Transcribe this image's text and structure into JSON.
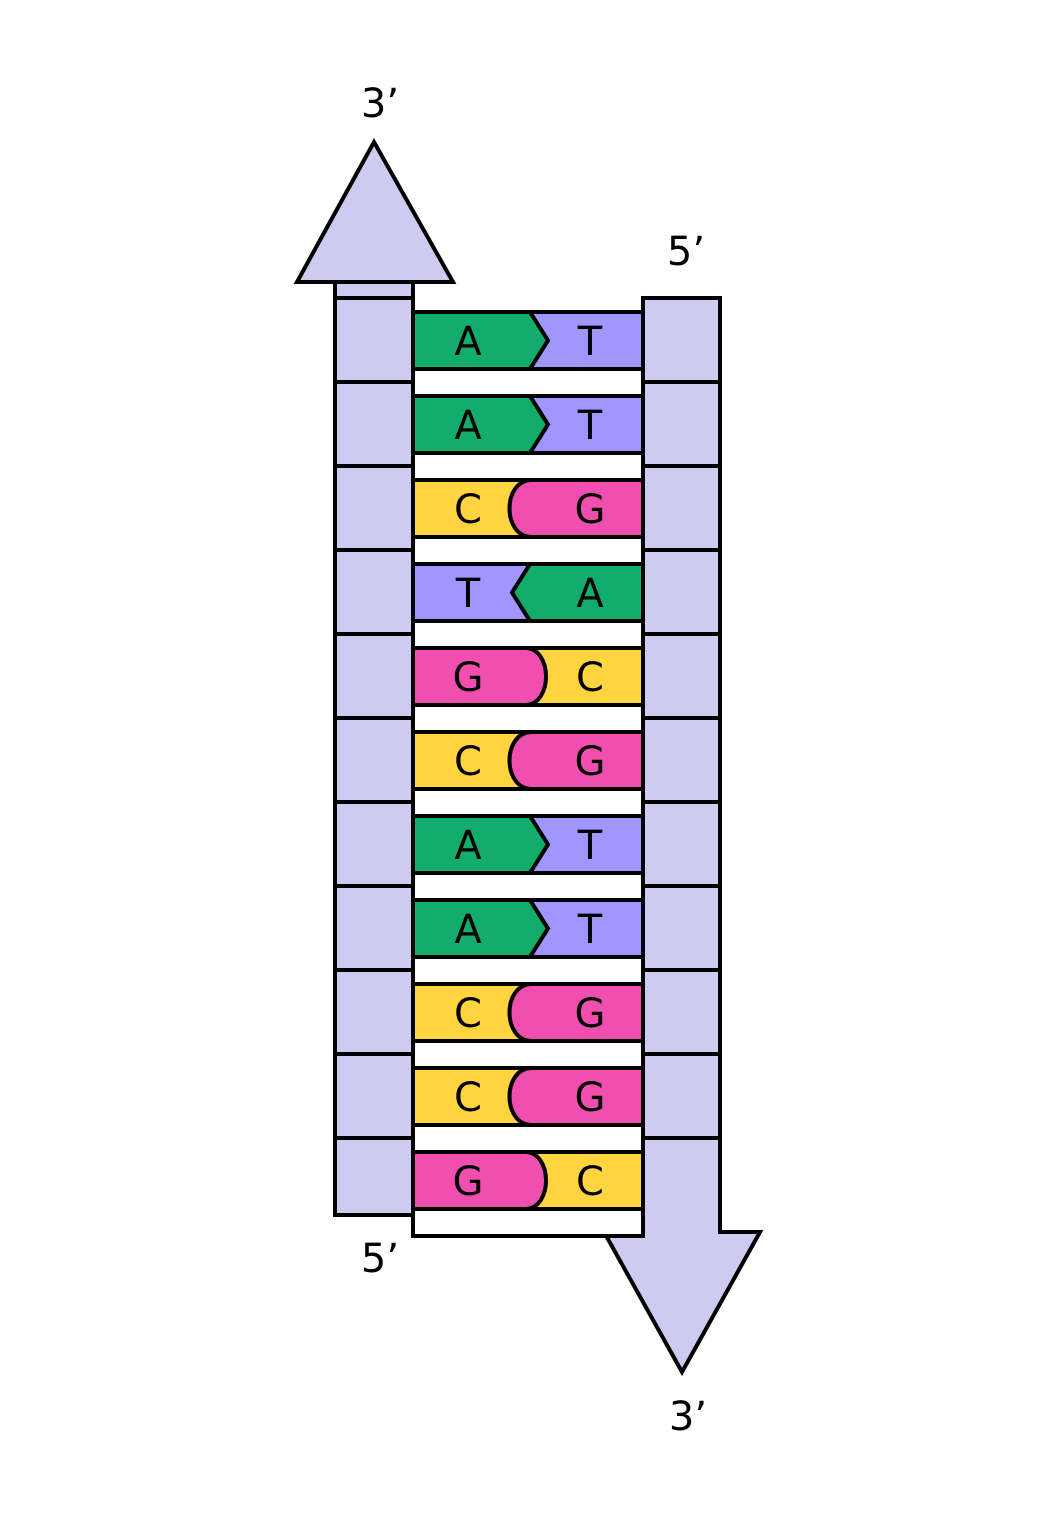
{
  "labels": {
    "left_top": "3’",
    "left_bottom": "5’",
    "right_top": "5’",
    "right_bottom": "3’"
  },
  "colors": {
    "A": "#12AD6A",
    "T": "#9F97FF",
    "C": "#FFD43F",
    "G": "#F04FB0",
    "backbone": "#CDCBF0",
    "outline": "#000000"
  },
  "base_pairs": [
    {
      "left": "A",
      "right": "T"
    },
    {
      "left": "A",
      "right": "T"
    },
    {
      "left": "C",
      "right": "G"
    },
    {
      "left": "T",
      "right": "A"
    },
    {
      "left": "G",
      "right": "C"
    },
    {
      "left": "C",
      "right": "G"
    },
    {
      "left": "A",
      "right": "T"
    },
    {
      "left": "A",
      "right": "T"
    },
    {
      "left": "C",
      "right": "G"
    },
    {
      "left": "C",
      "right": "G"
    },
    {
      "left": "G",
      "right": "C"
    }
  ]
}
